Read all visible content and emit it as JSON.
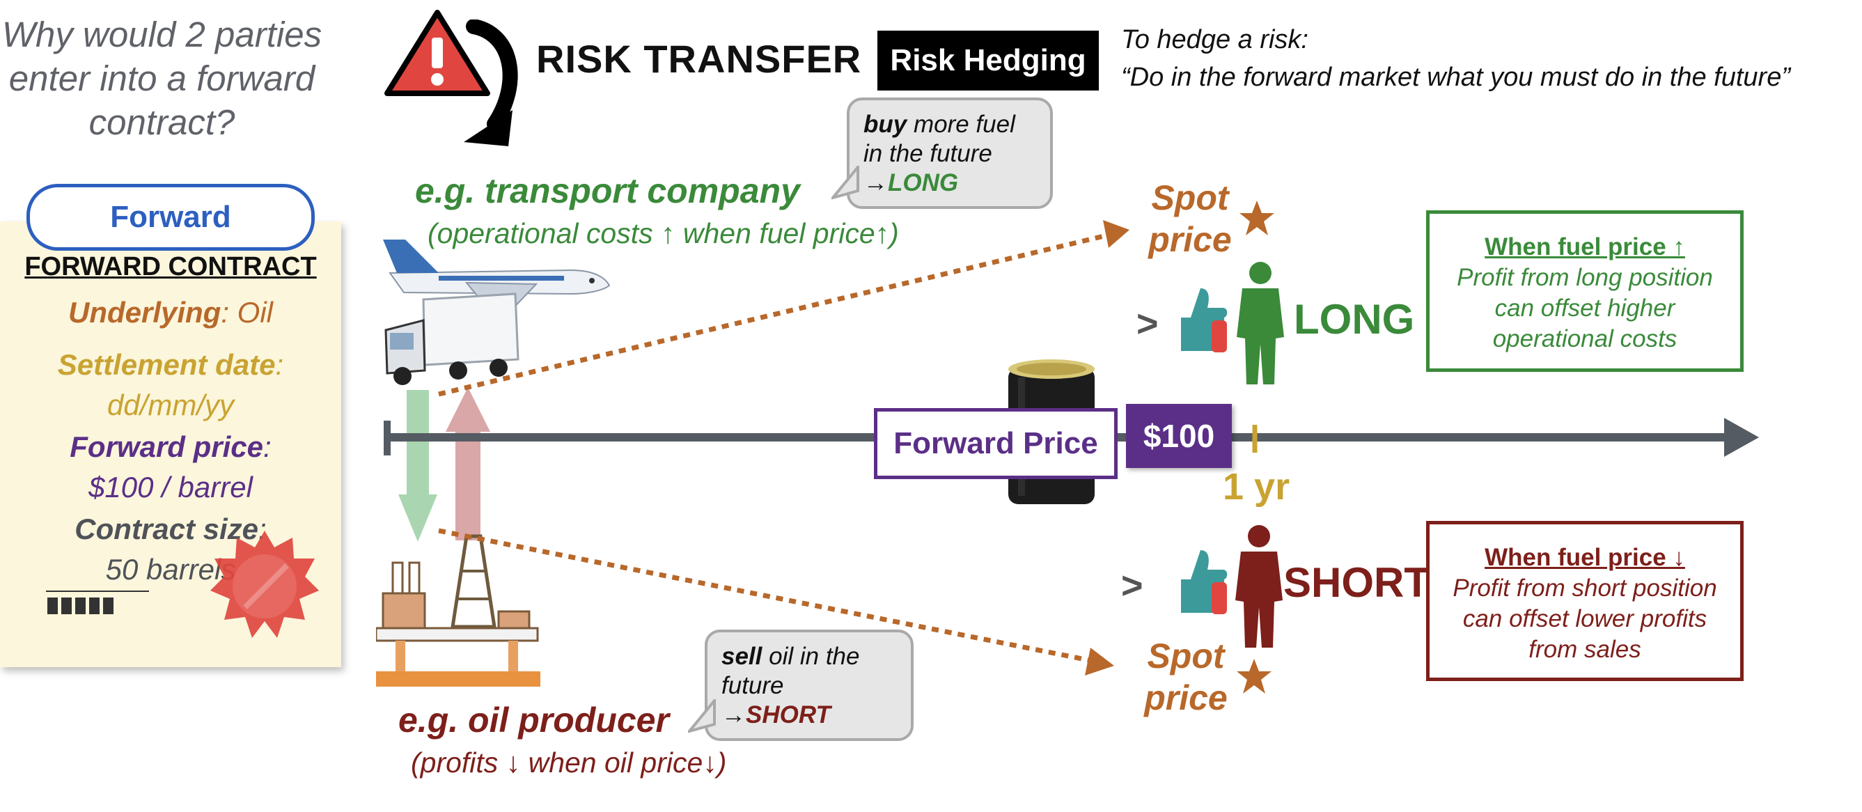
{
  "question": "Why would 2 parties enter into a forward contract?",
  "card": {
    "pill": "Forward",
    "heading": "FORWARD CONTRACT",
    "underlying_label": "Underlying",
    "underlying_value": ": Oil",
    "settlement_label": "Settlement date",
    "settlement_colon": ":",
    "settlement_value": "dd/mm/yy",
    "forward_price_label": "Forward price",
    "forward_price_colon": ":",
    "forward_price_value": "$100 / barrel",
    "contract_size_label": "Contract size",
    "contract_size_colon": ":",
    "contract_size_value": "50 barrels"
  },
  "title": {
    "risk_transfer": "RISK TRANSFER",
    "risk_hedging": "Risk Hedging",
    "hedge_def_line1": "To hedge a risk:",
    "hedge_def_line2": "“Do in the forward market what you must do in the future”"
  },
  "buyer": {
    "name": "e.g. transport company",
    "sub": "(operational costs ↑ when fuel price↑)",
    "bubble_verb": "buy",
    "bubble_rest1": " more fuel",
    "bubble_rest2": "in the future",
    "bubble_arrow": "→",
    "bubble_pos": "LONG"
  },
  "seller": {
    "name": "e.g. oil producer",
    "sub": "(profits ↓ when oil price↓)",
    "bubble_verb": "sell",
    "bubble_rest1": " oil in the",
    "bubble_rest2": "future",
    "bubble_arrow": "→",
    "bubble_pos": "SHORT"
  },
  "timeline": {
    "forward_price_label": "Forward Price",
    "forward_price_value": "$100",
    "maturity": "1 yr"
  },
  "spot": {
    "top_line1": "Spot",
    "top_line2": "price",
    "bottom_line1": "Spot",
    "bottom_line2": "price",
    "gt_symbol": ">"
  },
  "positions": {
    "long": "LONG",
    "short": "SHORT"
  },
  "outcomes": {
    "long_head": "When fuel price ↑",
    "long_body1": "Profit from long position",
    "long_body2": "can offset higher",
    "long_body3": "operational costs",
    "short_head": "When fuel price ↓",
    "short_body1": "Profit from short position",
    "short_body2": "can offset lower profits",
    "short_body3": "from sales"
  },
  "colors": {
    "green": "#3a8a3a",
    "maroon": "#7d1f1a",
    "purple": "#5b2f87",
    "gold": "#c9a332",
    "orange": "#b8682a",
    "blue": "#2d5fc0"
  },
  "icons": [
    "warning-icon",
    "curved-arrow-icon",
    "airplane-icon",
    "truck-icon",
    "oil-rig-icon",
    "oil-barrel-icon",
    "thumbs-up-icon",
    "person-icon",
    "star-icon",
    "seal-icon"
  ]
}
